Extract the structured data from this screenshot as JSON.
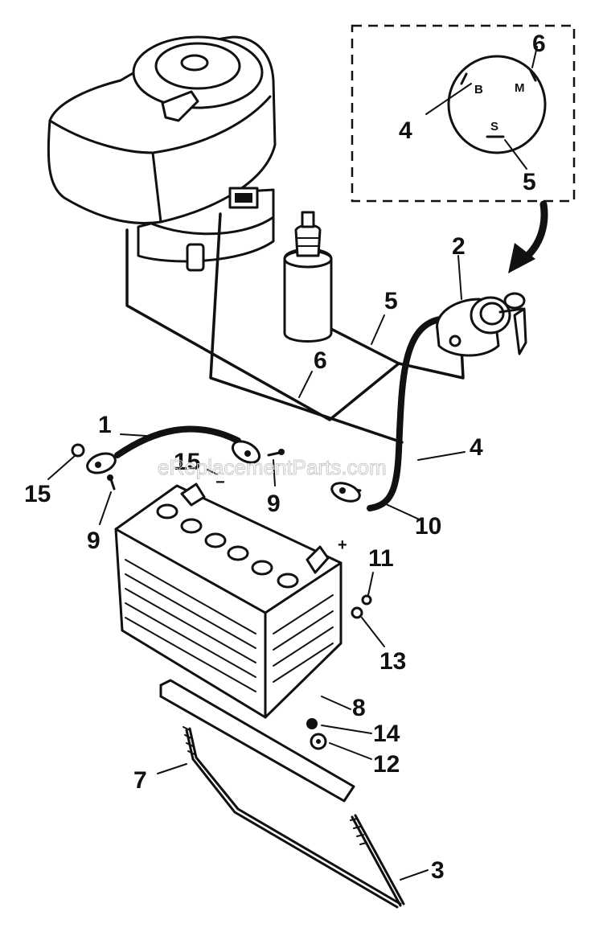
{
  "watermark": "eReplacementParts.com",
  "callouts": {
    "c1": "1",
    "c2": "2",
    "c3": "3",
    "c4a": "4",
    "c4b": "4",
    "c5a": "5",
    "c5b": "5",
    "c6a": "6",
    "c6b": "6",
    "c7": "7",
    "c8": "8",
    "c9a": "9",
    "c9b": "9",
    "c10": "10",
    "c11": "11",
    "c12": "12",
    "c13": "13",
    "c14": "14",
    "c15a": "15",
    "c15b": "15"
  },
  "switch_terminals": {
    "b": "B",
    "m": "M",
    "s": "S"
  },
  "battery": {
    "neg": "−",
    "pos": "+"
  }
}
